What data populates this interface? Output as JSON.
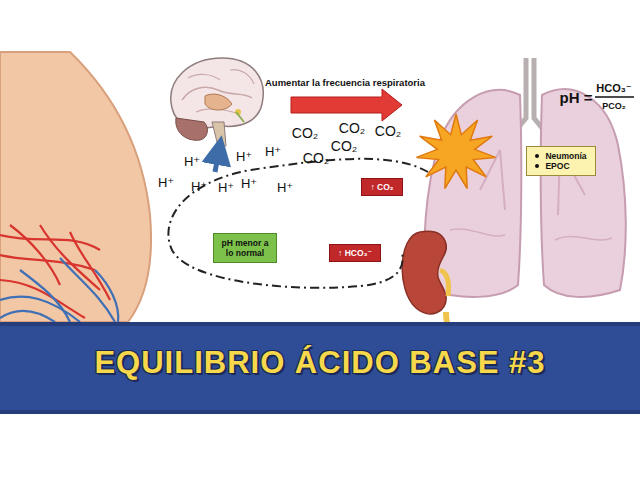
{
  "diagram": {
    "title": "EQUILIBRIO ÁCIDO BASE #3",
    "nodes": [
      {
        "text": [
          "Neumonía",
          "EPOC"
        ]
      },
      {
        "text": [
          "↑ CO₂"
        ]
      },
      {
        "text": [
          "pH menor a lo normal"
        ]
      },
      {
        "text": [
          "↑ HCO₃⁻"
        ]
      }
    ],
    "labels": [
      "Aumentar la frecuencia respiratoria",
      "pH =",
      "HCO₃⁻",
      "PCO₂",
      "CO₂",
      "CO₂",
      "CO₂",
      "CO₂",
      "CO₂",
      "H⁺",
      "H⁺",
      "H⁺",
      "H⁺",
      "H⁺",
      "H⁺",
      "H⁺",
      "H⁺"
    ]
  }
}
